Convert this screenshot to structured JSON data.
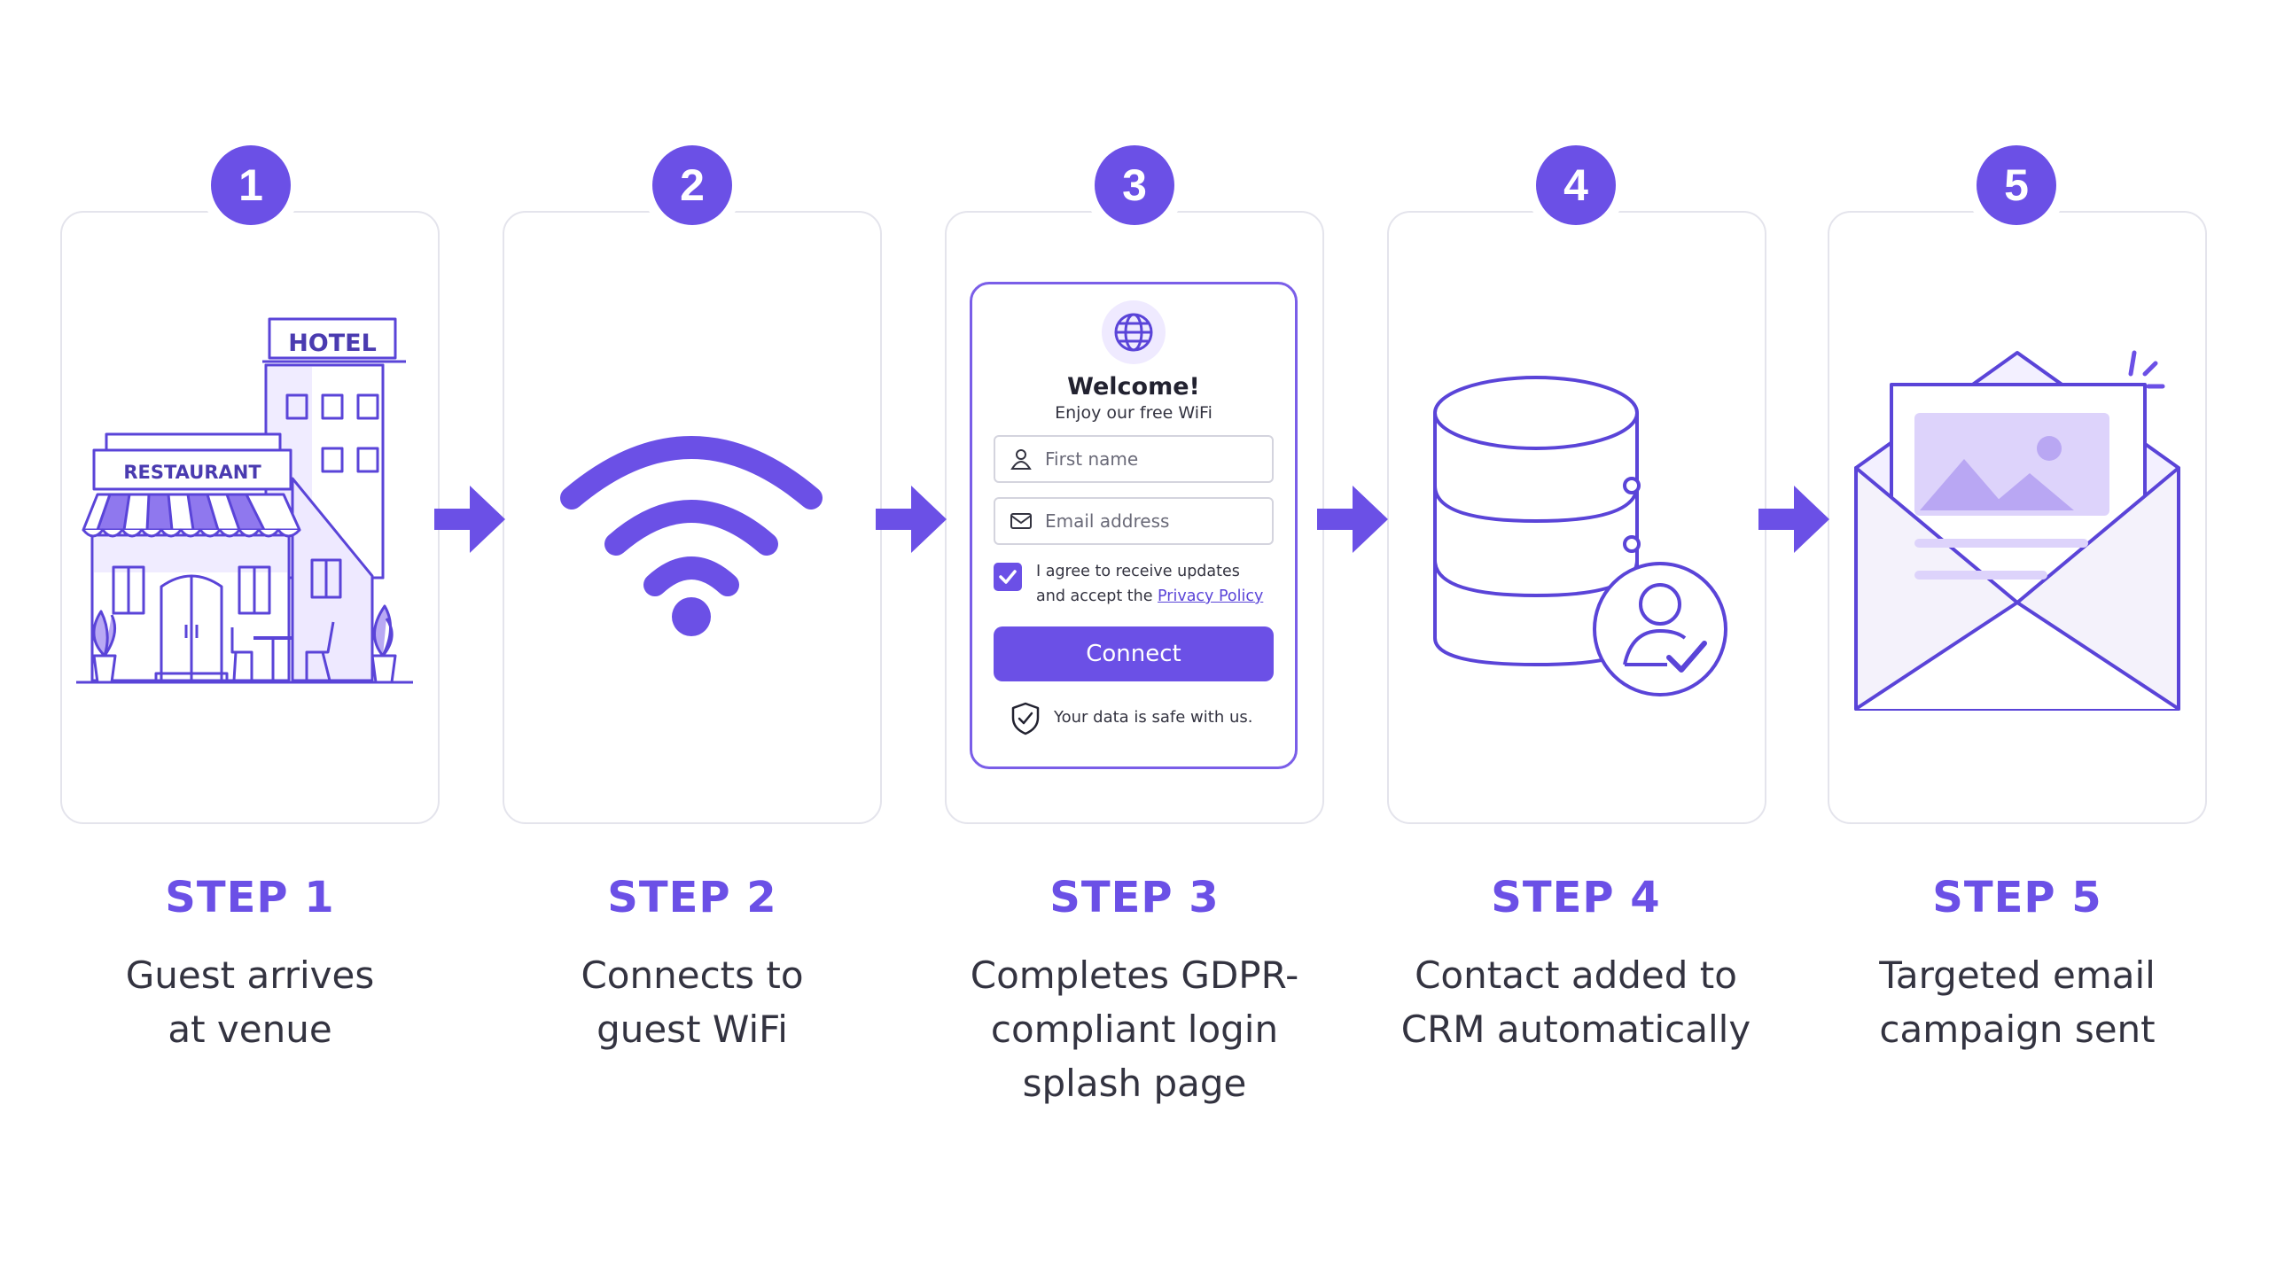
{
  "colors": {
    "accent": "#6b50e6",
    "accent_light": "#d8ccff",
    "card_border": "#e4e4ec",
    "text": "#333340"
  },
  "steps": [
    {
      "number": "1",
      "title": "STEP 1",
      "description": "Guest arrives\nat venue",
      "icon": "venue-illustration"
    },
    {
      "number": "2",
      "title": "STEP 2",
      "description": "Connects to\nguest WiFi",
      "icon": "wifi-icon"
    },
    {
      "number": "3",
      "title": "STEP 3",
      "description": "Completes GDPR-\ncompliant login\nsplash page",
      "icon": "splash-page"
    },
    {
      "number": "4",
      "title": "STEP 4",
      "description": "Contact added to\nCRM automatically",
      "icon": "database-user-icon"
    },
    {
      "number": "5",
      "title": "STEP 5",
      "description": "Targeted email\ncampaign sent",
      "icon": "email-icon"
    }
  ],
  "venue": {
    "hotel_sign": "HOTEL",
    "restaurant_sign": "RESTAURANT"
  },
  "splash": {
    "title": "Welcome!",
    "subtitle": "Enjoy our free WiFi",
    "first_name_placeholder": "First name",
    "email_placeholder": "Email address",
    "consent_text": "I agree to receive updates\nand accept the ",
    "privacy_link": "Privacy Policy",
    "consent_checked": true,
    "connect_label": "Connect",
    "safe_text": "Your data is safe with us."
  }
}
